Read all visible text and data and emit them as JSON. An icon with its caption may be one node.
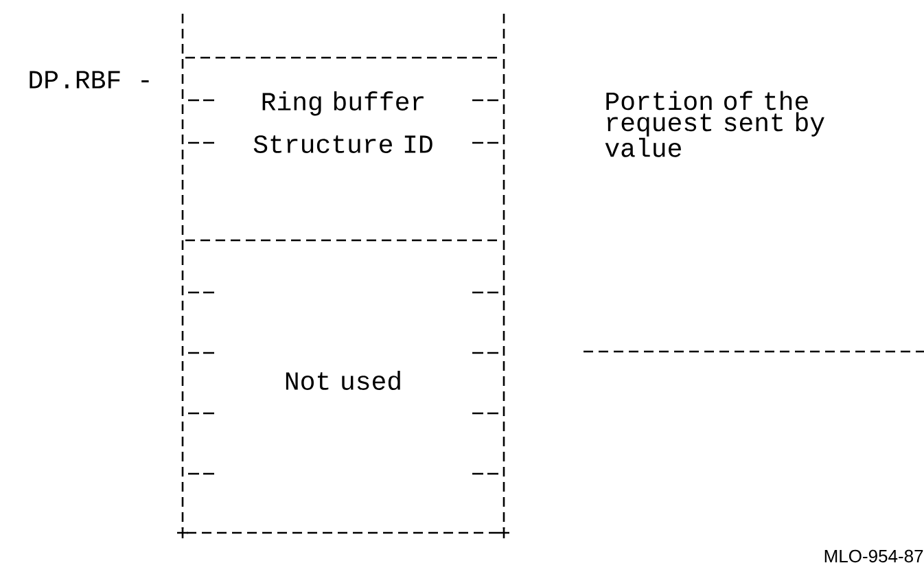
{
  "diagram": {
    "nodes": [
      {
        "text": [
          "Ring buffer Structure ID"
        ]
      },
      {
        "text": [
          "Not used"
        ]
      }
    ],
    "labels": [
      "DP.RBF -",
      "Portion of the request sent by value",
      "MLO-954-87"
    ]
  }
}
